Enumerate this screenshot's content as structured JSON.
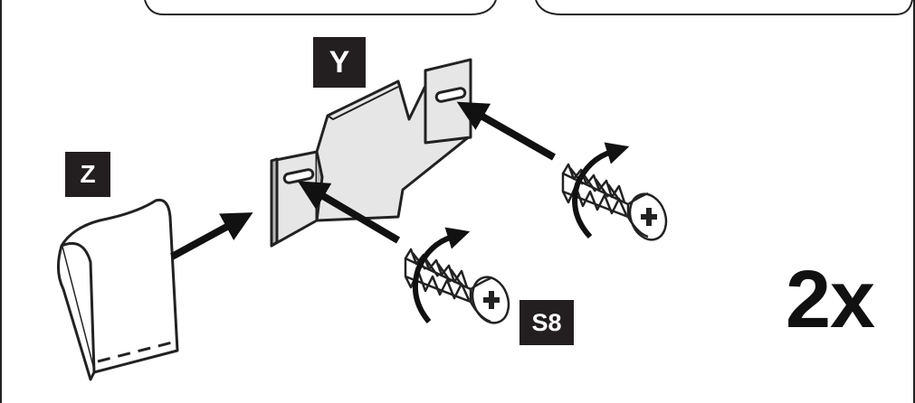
{
  "labels": {
    "part_y": "Y",
    "part_z": "Z",
    "screw_code": "S8",
    "quantity": "2x"
  },
  "colors": {
    "ink": "#231f20",
    "bracket_fill": "#e6e6e6",
    "bracket_shade": "#b9b9b9",
    "background": "#ffffff"
  }
}
